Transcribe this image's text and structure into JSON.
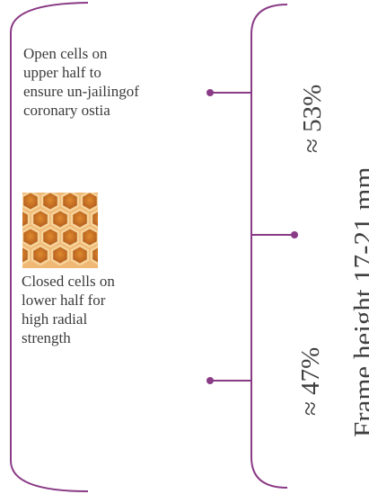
{
  "annotations": {
    "open_cells": "Open cells on\nupper half to\nensure un-jailingof\ncoronary ostia",
    "closed_cells": "Closed cells on\nlower half for\nhigh radial\nstrength"
  },
  "measurements": {
    "upper_percent": "≈ 53%",
    "lower_percent": "≈ 47%",
    "frame_height": "Frame height 17-21 mm"
  },
  "colors": {
    "bracket": "#8a3b86",
    "honeycomb_fill": "#c9772a",
    "honeycomb_edge": "#f3c888"
  }
}
